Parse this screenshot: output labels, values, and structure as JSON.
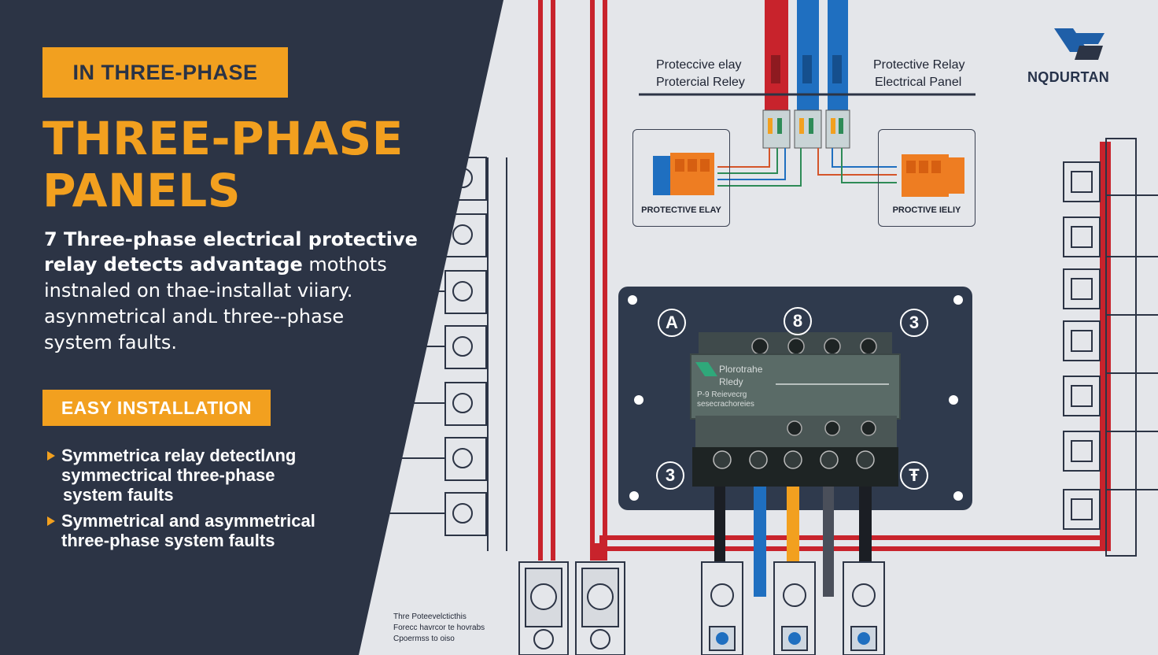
{
  "left_panel": {
    "tag_top": "IN THREE-PHASE",
    "headline": [
      "THREE-PHASE",
      "PANELS"
    ],
    "description": [
      {
        "bold": "7 Three-phase electrical protective",
        "normal": ""
      },
      {
        "bold": "relay detects advantage",
        "normal": " mothots"
      },
      {
        "bold": "",
        "normal": "instnaled on thae-installat viiary."
      },
      {
        "bold": "",
        "normal": "asynmetrical andʟ three--phase"
      },
      {
        "bold": "",
        "normal": "system faults."
      }
    ],
    "tag_install": "EASY INSTALLATION",
    "bullets": [
      [
        "Symmetrica relay detectlʌng",
        "symmectrical  three-phase",
        "system faults"
      ],
      [
        "Symmetrical and asymmetrical",
        "three-phase system faults"
      ]
    ]
  },
  "diagram": {
    "panel_title_left": [
      "Proteccive elay",
      "Protercial Reley"
    ],
    "panel_title_right": [
      "Protective Relay",
      "Electrical Panel"
    ],
    "relay_left_label": "PROTECTIVE ELAY",
    "relay_right_label": "PROCTIVE IELIY",
    "terminal_labels": [
      "A",
      "8",
      "3",
      "3",
      "Ŧ"
    ],
    "device_text": [
      "Plorotrahe",
      "Rledy",
      "P-9 Reievecrg",
      "sesecrachoreies"
    ],
    "footnote": [
      "Thre  Poteevelcticthis",
      "Forecc havrcor te hovrabs",
      "Cpoermss to oiso"
    ]
  },
  "brand": {
    "name": "NQDURTAN",
    "accent_color": "#1f5fa8"
  },
  "colors": {
    "navy": "#2c3445",
    "orange": "#f2a01f",
    "wire_red": "#c8232c",
    "wire_blue": "#1f6fc0"
  }
}
